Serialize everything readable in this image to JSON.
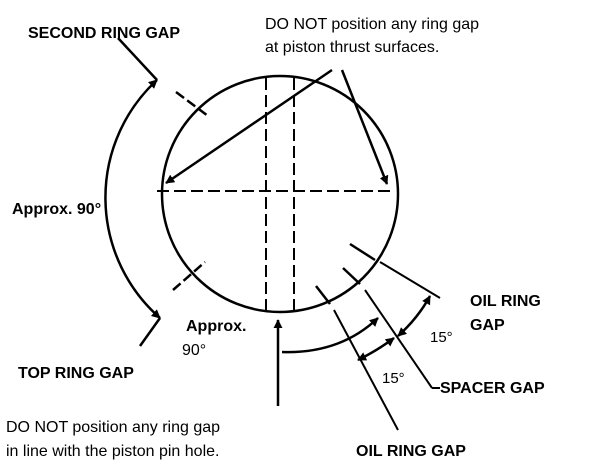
{
  "labels": {
    "second_ring_gap": "SECOND RING GAP",
    "thrust_note_line1": "DO NOT position any ring gap",
    "thrust_note_line2": "at piston thrust surfaces.",
    "approx_90_left": "Approx. 90°",
    "approx_90_bottom_line1": "Approx.",
    "approx_90_bottom_line2": "90°",
    "top_ring_gap": "TOP RING GAP",
    "pin_note_line1": "DO NOT position any ring gap",
    "pin_note_line2": "in line with the piston pin hole.",
    "oil_ring_gap_upper_line1": "OIL RING",
    "oil_ring_gap_upper_line2": "GAP",
    "angle_15_upper": "15°",
    "angle_15_lower": "15°",
    "spacer_gap": "SPACER GAP",
    "oil_ring_gap_lower": "OIL RING GAP"
  },
  "colors": {
    "ink": "#000000",
    "background": "#ffffff"
  }
}
